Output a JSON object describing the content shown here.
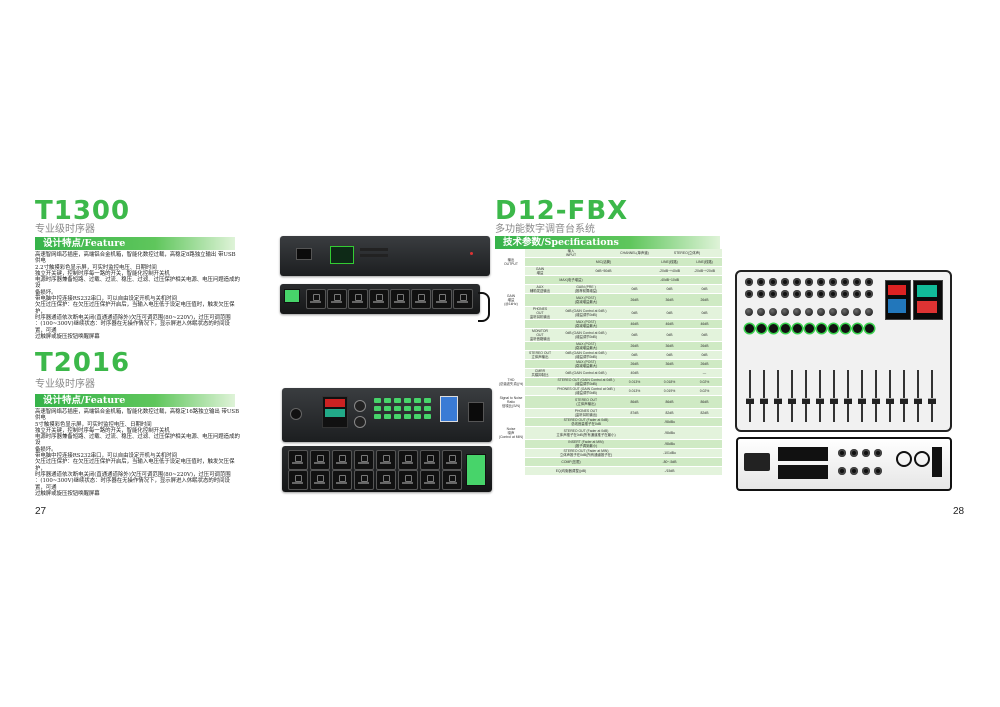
{
  "left_page": {
    "page_number": "27",
    "t1300": {
      "title": "T1300",
      "subtitle": "专业级时序器",
      "feature_heading": "设计特点/Feature",
      "lines": [
        "高速智网络芯插座，高端铝合金机箱，智能化数控过载，高稳定8路独立输出 带USB供电",
        "2.2寸触摸彩色显示屏，可实时监控电压、日期时间",
        "独立开关键，控制时序每一路的开关，智能化控制开关机",
        "电源时序器兼备短路、过载、过流、稳压、过滤、过压保护相关电源、电压问题造成的设",
        "备损坏。",
        "带电脑中控连接RS232串口，可以自由设定开机与关机时间",
        "欠压过压保护：在欠压过压保护开启后，当输入电压低于设定电压值时，触发欠压保护，",
        "时序器通道依次断电关闭(直通通道除外)欠压可调范围(80~220V)，过压可调范围",
        "：(100~300V)继续状态：时序器在无操作情况下，显示屏进入休眠状态的时间设置，可通",
        "过触屏或旋压按钮唤醒屏幕"
      ]
    },
    "t2016": {
      "title": "T2016",
      "subtitle": "专业级时序器",
      "feature_heading": "设计特点/Feature",
      "lines": [
        "高速智网络芯插座，高端铝合金机箱，智能化数控过载，高稳定16路独立输出 带USB供电",
        "5寸触摸彩色显示屏，可实时监控电压、日期时间",
        "独立开关键，控制时序每一路的开关，智能化控制开关机",
        "电源时序器兼备短路、过载、过流、稳压、过滤、过压保护相关电源、电压问题造成的设",
        "备损坏。",
        "带电脑中控连接RS232串口，可以自由设定开机与关机时间",
        "欠压过压保护：在欠压过压保护开启后，当输入电压低于设定电压值时，触发欠压保护，",
        "时序器通道依次断电关闭(直通通道除外)欠压可调范围(80~220V)，过压可调范围",
        "：(100~300V)继续状态：时序器在无操作情况下，显示屏进入休眠状态的时间设置，可通",
        "过触屏或旋压按钮唤醒屏幕"
      ]
    }
  },
  "right_page": {
    "page_number": "28",
    "title": "D12-FBX",
    "subtitle": "多功能数字调音台系统",
    "spec_heading": "技术参数/Specifications",
    "spec_rows": [
      [
        "",
        "输入\nINPUT",
        "CHANNEL(单声道)",
        "STEREO(立体声)"
      ],
      [
        "输出\nOUTPUT",
        "",
        "MIC(话筒)",
        "LINE(线路)",
        "LINE(线路)"
      ],
      [
        "",
        "GAIN\n增益",
        "0dB~50dB",
        "-20dB~+40dB",
        "-20dB~+20dB"
      ],
      [
        "",
        "MAX(电子增益)",
        "-40dB~10dB"
      ],
      [
        "",
        "AUX\n辅助发送输出",
        "GAIN (PRE )\n(推荐前置增益)",
        "0dB",
        "0dB",
        "0dB"
      ],
      [
        "GAIN\n增益\n(@1kHz)",
        "",
        "MAX (POST)\n(衰减增益最大)",
        "26dB",
        "36dB",
        "26dB"
      ],
      [
        "",
        "PHONES\nOUT\n监听耳机输出",
        "0dB (GAIN Control at 0dB )\n(增益调节0dB)",
        "0dB",
        "0dB",
        "0dB"
      ],
      [
        "",
        "",
        "MAX (POST)\n(衰减增益最大)",
        "46dB",
        "46dB",
        "46dB"
      ],
      [
        "",
        "MONITOR\nOUT\n监听音箱输出",
        "0dB (GAIN Control at 0dB )\n(增益调节0dB)",
        "0dB",
        "0dB",
        "0dB"
      ],
      [
        "",
        "",
        "MAX (POST)\n(衰减增益最大)",
        "26dB",
        "36dB",
        "26dB"
      ],
      [
        "",
        "STEREO OUT\n立体声输出",
        "0dB (GAIN Control at 0dB )\n(增益调节0dB)",
        "0dB",
        "0dB",
        "0dB"
      ],
      [
        "",
        "",
        "MAX (POST)\n(衰减增益最大)",
        "26dB",
        "36dB",
        "26dB"
      ],
      [
        "",
        "CMRR\n共模抑制比",
        "0dB (GAIN Control at 0dB )",
        "40dB",
        "",
        "—"
      ],
      [
        "THD\n(总谐波失真)(%)",
        "",
        "STEREO OUT (GAIN Control at 0dB )\n(增益调节0dB)",
        "0.013%",
        "0.018%",
        "0.02%"
      ],
      [
        "",
        "",
        "PHONES OUT (GAIN Control at 0dB )\n(增益调节0dB)",
        "0.013%",
        "0.019%",
        "0.02%"
      ],
      [
        "Signal to Noise Ratio\n信噪比(S/N)",
        "",
        "STEREO OUT\n(立体声输出)",
        "86dB",
        "86dB",
        "86dB"
      ],
      [
        "",
        "",
        "PHONES OUT\n(监听耳机输出)",
        "87dB",
        "82dB",
        "82dB"
      ],
      [
        "",
        "",
        "STEREO OUT (Fader at 0dB)\n总线音量推子在0dB",
        "-98dBu"
      ],
      [
        "Noise\n噪声\n(Control at MIN)",
        "",
        "STEREO OUT (Fader at 0dB)\n立体声推子在0dB(所有通道推子在最小)",
        "-98dBu"
      ],
      [
        "",
        "",
        "INSERT (Fader at MIN)\n(推子调到最小)",
        "-98dBu"
      ],
      [
        "",
        "",
        "STEREO OUT (Fader at MIN)\n立体声推子在0dB(所有通道推子在)",
        "-101dBu"
      ],
      [
        "",
        "COMP(压限)",
        "-80~-5dB"
      ],
      [
        "",
        "EQ(均衡器调整)(dB)",
        "-/15dB"
      ]
    ]
  }
}
